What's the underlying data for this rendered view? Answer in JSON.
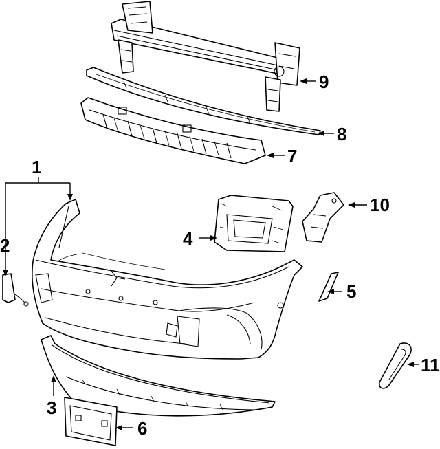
{
  "callouts": [
    {
      "id": "1",
      "label": "1"
    },
    {
      "id": "2",
      "label": "2"
    },
    {
      "id": "3",
      "label": "3"
    },
    {
      "id": "4",
      "label": "4"
    },
    {
      "id": "5",
      "label": "5"
    },
    {
      "id": "6",
      "label": "6"
    },
    {
      "id": "7",
      "label": "7"
    },
    {
      "id": "8",
      "label": "8"
    },
    {
      "id": "9",
      "label": "9"
    },
    {
      "id": "10",
      "label": "10"
    },
    {
      "id": "11",
      "label": "11"
    }
  ],
  "colors": {
    "line": "#000000",
    "background": "#ffffff"
  }
}
